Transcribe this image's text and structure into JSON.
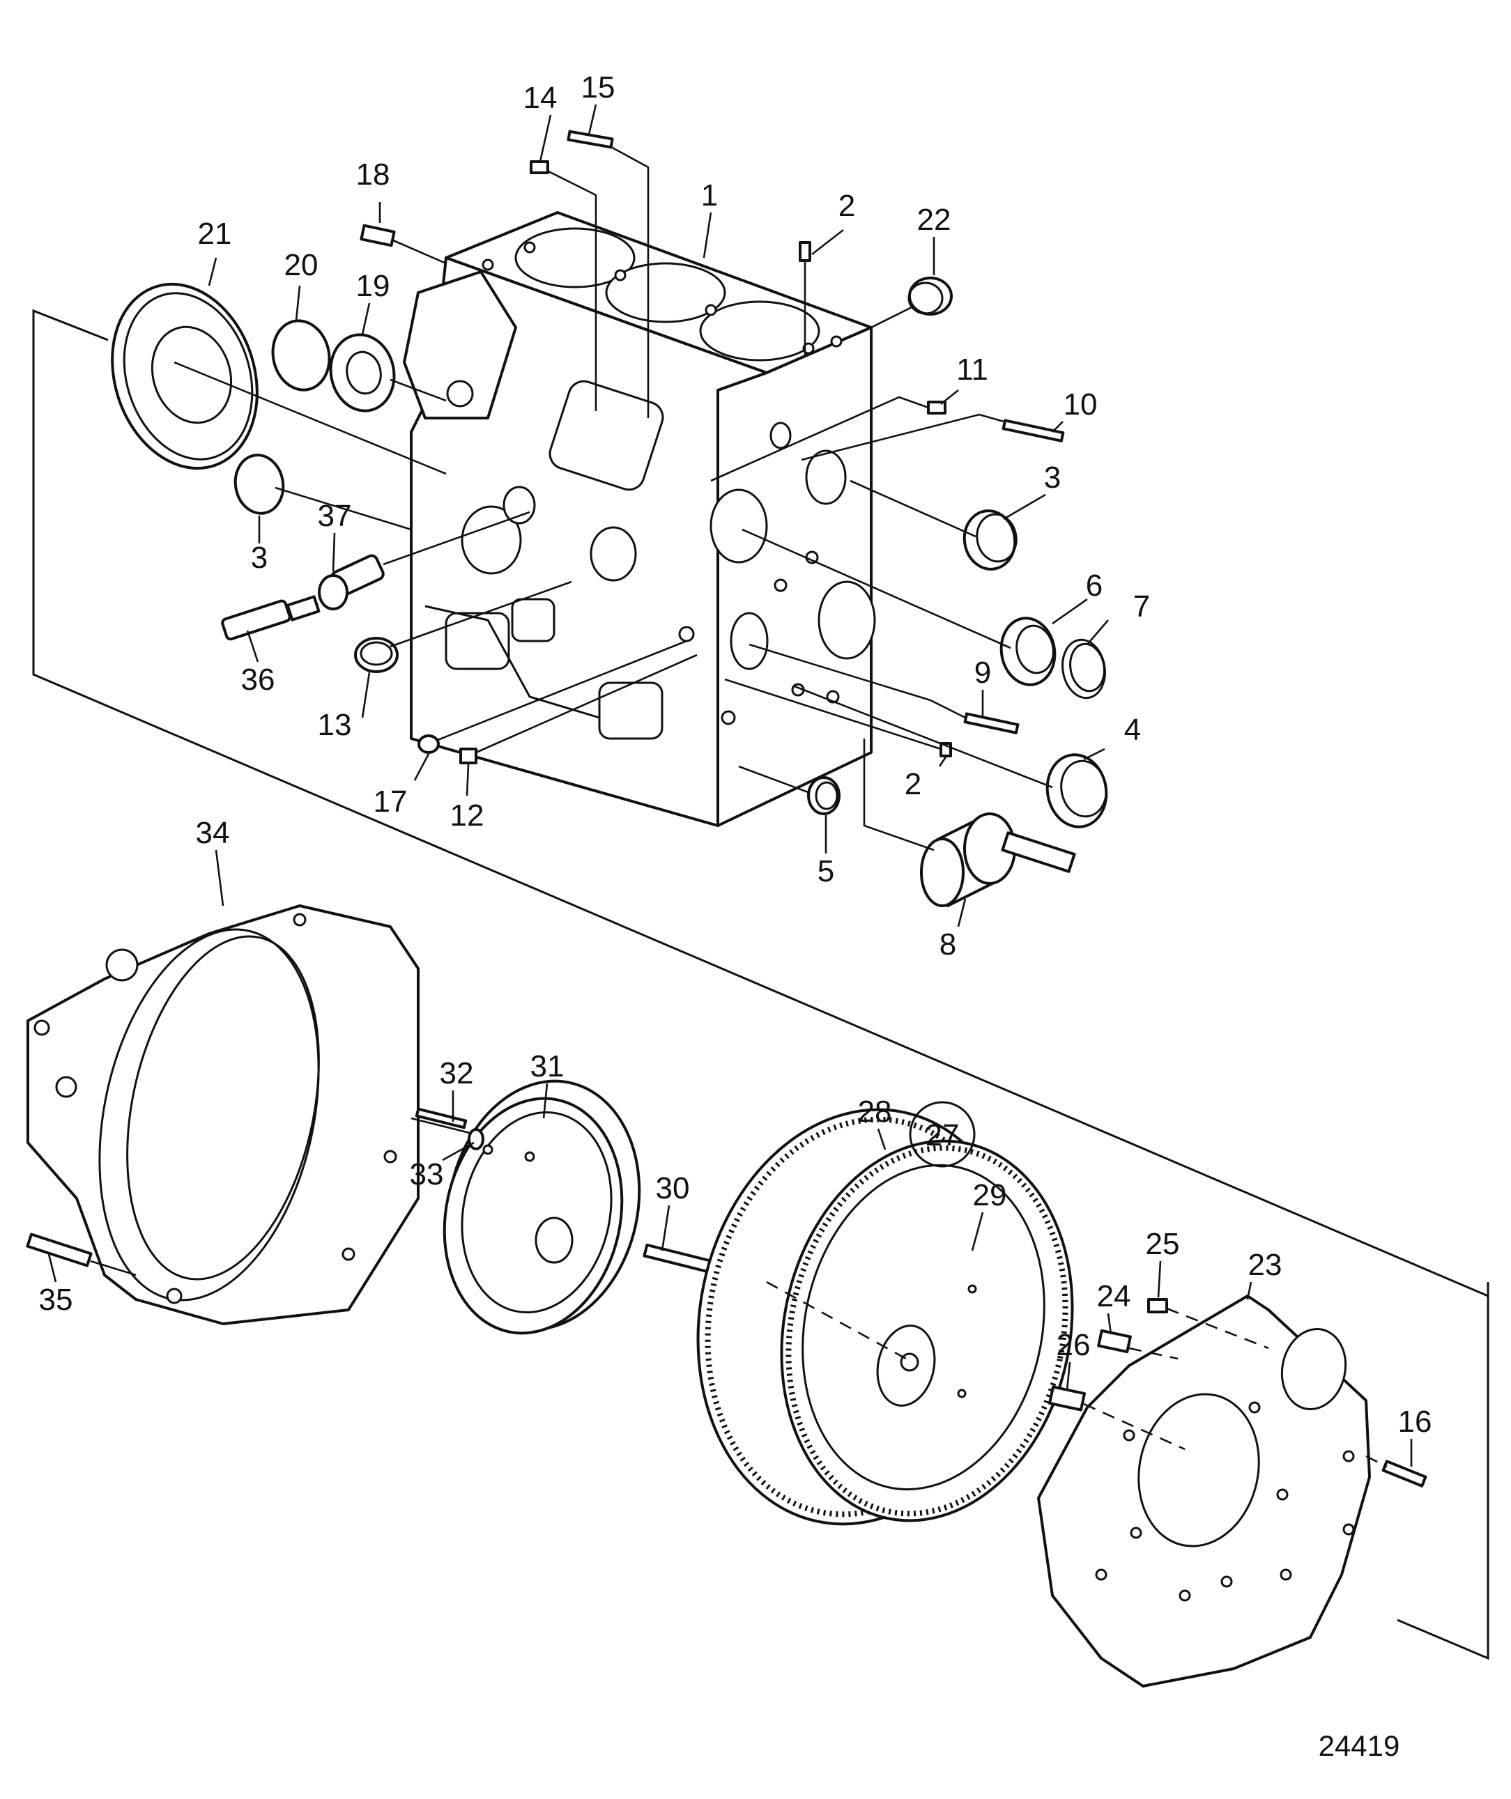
{
  "diagram": {
    "figure_number": "24419",
    "colors": {
      "ink": "#111111",
      "paper": "#ffffff"
    },
    "callouts": [
      "1",
      "2",
      "2",
      "3",
      "3",
      "4",
      "5",
      "6",
      "7",
      "8",
      "9",
      "10",
      "11",
      "12",
      "13",
      "14",
      "15",
      "16",
      "17",
      "18",
      "19",
      "20",
      "21",
      "22",
      "23",
      "24",
      "25",
      "26",
      "27",
      "28",
      "29",
      "30",
      "31",
      "32",
      "33",
      "34",
      "35",
      "36",
      "37"
    ]
  }
}
